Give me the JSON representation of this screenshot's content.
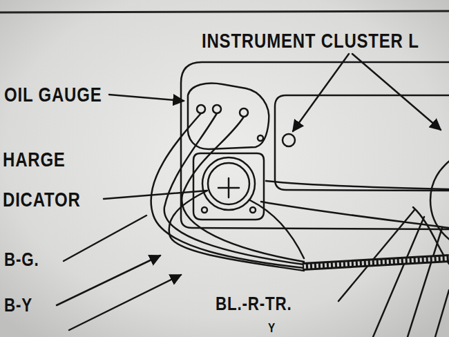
{
  "diagram": {
    "labels": [
      "INSTRUMENT CLUSTER L",
      "OIL GAUGE",
      "HARGE",
      "DICATOR",
      "B-G.",
      "B-Y",
      "BL.-R-TR.",
      "Y"
    ]
  }
}
